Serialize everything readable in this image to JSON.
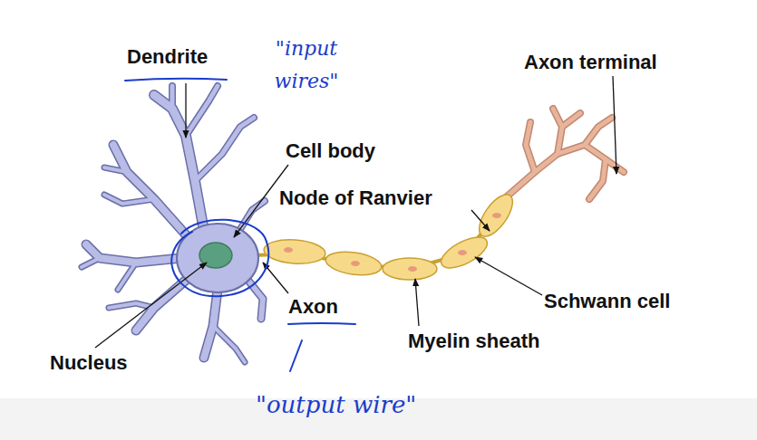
{
  "diagram": {
    "labels": [
      "Dendrite",
      "\"input wires\"",
      "Axon terminal",
      "Cell body",
      "Node of Ranvier",
      "Schwann cell",
      "Axon",
      "Myelin sheath",
      "Nucleus",
      "\"output wire\""
    ]
  }
}
